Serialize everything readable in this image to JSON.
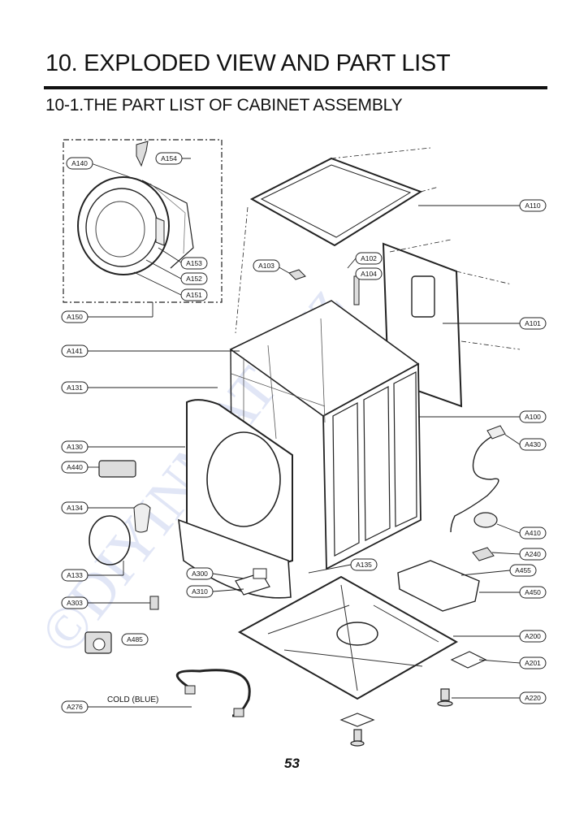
{
  "heading": "10. EXPLODED VIEW AND PART LIST",
  "subheading": "10-1.THE PART LIST OF CABINET ASSEMBLY",
  "page_number": "53",
  "watermark": "©DIYINMATE.cz",
  "hose_note": "COLD (BLUE)",
  "labels": {
    "A140": "A140",
    "A154": "A154",
    "A153": "A153",
    "A152": "A152",
    "A151": "A151",
    "A150": "A150",
    "A141": "A141",
    "A131": "A131",
    "A130": "A130",
    "A440": "A440",
    "A134": "A134",
    "A133": "A133",
    "A303": "A303",
    "A485": "A485",
    "A276": "A276",
    "A110": "A110",
    "A103": "A103",
    "A102": "A102",
    "A104": "A104",
    "A101": "A101",
    "A100": "A100",
    "A430": "A430",
    "A410": "A410",
    "A240": "A240",
    "A135": "A135",
    "A455": "A455",
    "A300": "A300",
    "A310": "A310",
    "A450": "A450",
    "A200": "A200",
    "A201": "A201",
    "A220": "A220"
  }
}
